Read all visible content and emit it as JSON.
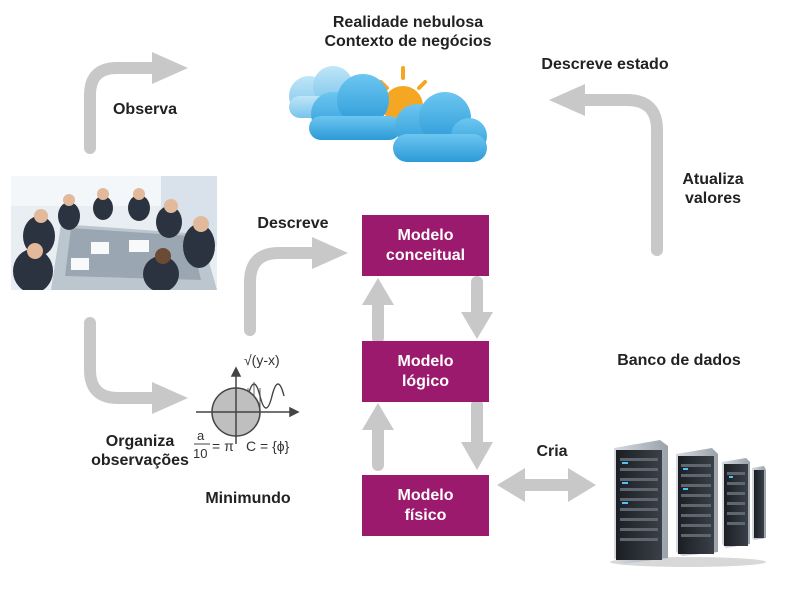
{
  "title": [
    "Realidade nebulosa",
    "Contexto de negócios"
  ],
  "labels": {
    "observa": "Observa",
    "descreve_estado": "Descreve estado",
    "atualiza_valores": [
      "Atualiza",
      "valores"
    ],
    "descreve": "Descreve",
    "organiza": [
      "Organiza",
      "observações"
    ],
    "minimundo": "Minimundo",
    "banco": "Banco de dados",
    "cria": "Cria"
  },
  "boxes": {
    "conceitual": [
      "Modelo",
      "conceitual"
    ],
    "logico": [
      "Modelo",
      "lógico"
    ],
    "fisico": [
      "Modelo",
      "físico"
    ]
  },
  "formula": {
    "sqrt": "√(y-x)",
    "frac_num": "a",
    "frac_den": "10",
    "eq_pi": "= π",
    "set": "C = {ϕ}"
  },
  "colors": {
    "box": "#9c1a6e",
    "arrow": "#c8c8c8",
    "cloud": "#3fa9e0",
    "sun": "#f5a623"
  },
  "icons": [
    "cloud-sun-icon",
    "meeting-photo",
    "math-formula-icon",
    "server-rack-icon"
  ]
}
